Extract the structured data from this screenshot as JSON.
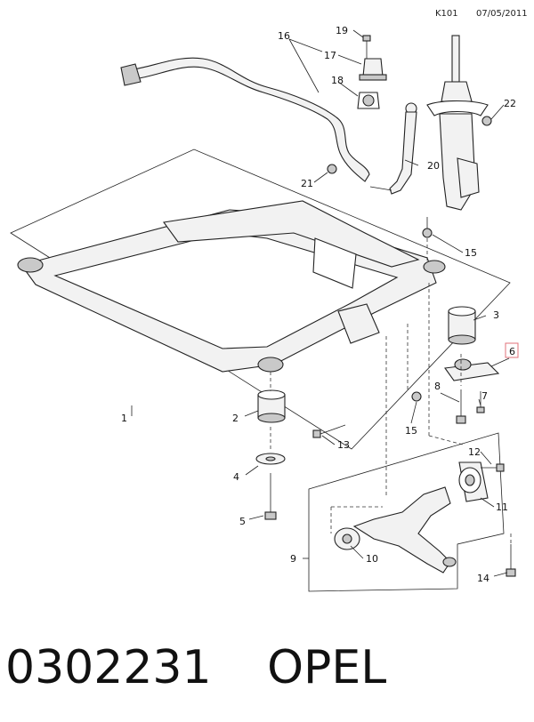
{
  "header": {
    "code": "K101",
    "date": "07/05/2011"
  },
  "callouts": [
    {
      "id": "c1",
      "text": "1"
    },
    {
      "id": "c2",
      "text": "2"
    },
    {
      "id": "c3",
      "text": "3"
    },
    {
      "id": "c4",
      "text": "4"
    },
    {
      "id": "c5",
      "text": "5"
    },
    {
      "id": "c6",
      "text": "6"
    },
    {
      "id": "c7",
      "text": "7"
    },
    {
      "id": "c8",
      "text": "8"
    },
    {
      "id": "c9",
      "text": "9"
    },
    {
      "id": "c10",
      "text": "10"
    },
    {
      "id": "c11",
      "text": "11"
    },
    {
      "id": "c12",
      "text": "12"
    },
    {
      "id": "c13",
      "text": "13"
    },
    {
      "id": "c14",
      "text": "14"
    },
    {
      "id": "c15a",
      "text": "15"
    },
    {
      "id": "c15b",
      "text": "15"
    },
    {
      "id": "c16",
      "text": "16"
    },
    {
      "id": "c17",
      "text": "17"
    },
    {
      "id": "c18",
      "text": "18"
    },
    {
      "id": "c19",
      "text": "19"
    },
    {
      "id": "c20",
      "text": "20"
    },
    {
      "id": "c21",
      "text": "21"
    },
    {
      "id": "c22",
      "text": "22"
    }
  ],
  "highlight_color": "#e0707a",
  "footer": {
    "part_number": "0302231",
    "brand": "OPEL"
  }
}
